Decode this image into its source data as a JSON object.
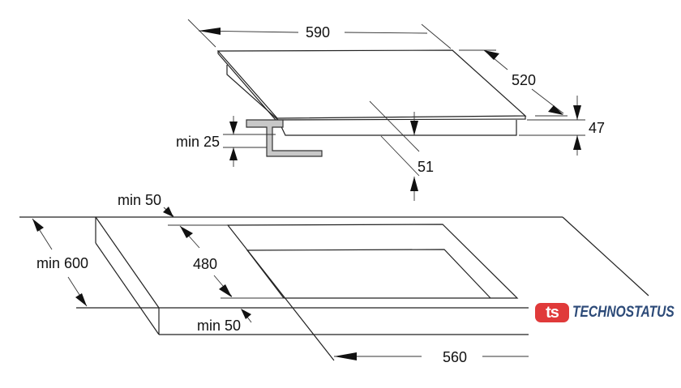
{
  "diagram": {
    "hob": {
      "width_label": "590",
      "depth_label": "520",
      "height_label": "47",
      "clearance_label": "51",
      "bracket_label": "min 25"
    },
    "worktop": {
      "back_margin_label": "min 50",
      "front_margin_label": "min 50",
      "depth_label": "min 600",
      "cutout_depth_label": "480",
      "cutout_width_label": "560"
    }
  },
  "logo": {
    "mark": "ts",
    "text": "TECHNOSTATUS",
    "mark_color": "#e03a3a",
    "text_color": "#2c4a78"
  }
}
